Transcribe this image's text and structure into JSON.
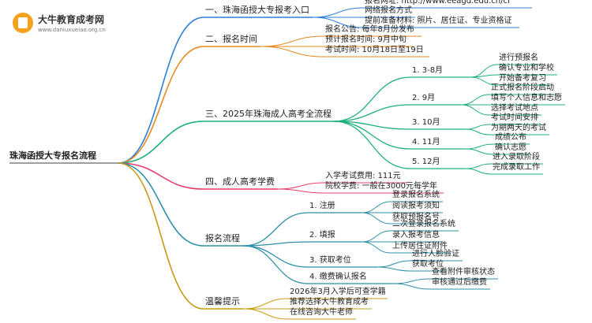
{
  "logo": {
    "name": "大牛教育成考网",
    "url": "www.daniuxueiao.org.cn",
    "icon": "book-badge-icon"
  },
  "root": "珠海函授大专报名流程",
  "branches": [
    {
      "label": "一、珠海函授大专报考入口",
      "color": "#2f7fd6",
      "children": [
        "报名网址: http://www.eeagd.edu.cn/cr",
        "网络报名方式",
        "提前准备材料: 照片、居住证、专业资格证"
      ]
    },
    {
      "label": "二、报名时间",
      "color": "#e58a1f",
      "children": [
        "报名公告: 每年8月份发布",
        "预计报名时间: 9月中旬",
        "考试时间: 10月18日至19日"
      ]
    },
    {
      "label": "三、2025年珠海成人高考全流程",
      "color": "#1db07a",
      "groups": [
        {
          "label": "1. 3-8月",
          "children": [
            "进行预报名",
            "确认专业和学校",
            "开始备考复习"
          ]
        },
        {
          "label": "2. 9月",
          "children": [
            "正式报名阶段启动",
            "填写个人信息和志愿",
            "选择考试地点"
          ]
        },
        {
          "label": "3. 10月",
          "children": [
            "考试时间安排",
            "为期两天的考试"
          ]
        },
        {
          "label": "4. 11月",
          "children": [
            "成绩公布",
            "确认志愿"
          ]
        },
        {
          "label": "5. 12月",
          "children": [
            "进入录取阶段",
            "完成录取工作"
          ]
        }
      ]
    },
    {
      "label": "四、成人高考学费",
      "color": "#e43c6a",
      "children": [
        "入学考试费用: 111元",
        "院校学费: 一般在3000元每学年"
      ]
    },
    {
      "label": "报名流程",
      "color": "#2c8fa8",
      "groups": [
        {
          "label": "1. 注册",
          "children": [
            "登录报名系统",
            "阅读报考须知",
            "获取预报名号"
          ]
        },
        {
          "label": "2. 填报",
          "children": [
            "二次登录报名系统",
            "录入报考信息",
            "上传居住证附件"
          ]
        },
        {
          "label": "3. 获取考位",
          "children": [
            "进行人脸验证",
            "获取考位"
          ]
        },
        {
          "label": "4. 缴费确认报名",
          "children": [
            "查看附件审核状态",
            "审核通过后缴费"
          ]
        }
      ]
    },
    {
      "label": "温馨提示",
      "color": "#c99a14",
      "children": [
        "2026年3月入学后可查学籍",
        "推荐选择大牛教育成考",
        "在线咨询大牛老师"
      ]
    }
  ]
}
